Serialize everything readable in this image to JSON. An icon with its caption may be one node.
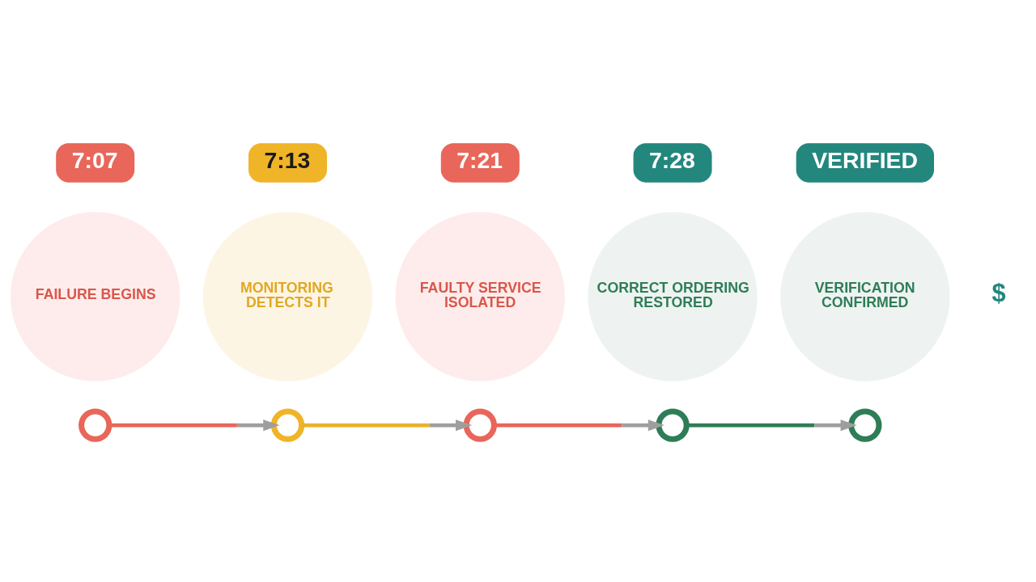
{
  "diagram": {
    "nodes": [
      {
        "text": [
          "7:07"
        ]
      },
      {
        "text": [
          "7:13"
        ]
      },
      {
        "text": [
          "7:21"
        ]
      },
      {
        "text": [
          "7:28"
        ]
      },
      {
        "text": [
          "VERIFIED"
        ]
      },
      {
        "text": [
          "FAILURE BEGINS"
        ]
      },
      {
        "text": [
          "MONITORING DETECTS IT"
        ]
      },
      {
        "text": [
          "FAULTY SERVICE ISOLATED"
        ]
      },
      {
        "text": [
          "CORRECT ORDERING RESTORED"
        ]
      },
      {
        "text": [
          "VERIFICATION CONFIRMED"
        ]
      },
      {
        "text": [],
        "shape": "circle"
      },
      {
        "text": [],
        "shape": "circle"
      },
      {
        "text": [],
        "shape": "circle"
      },
      {
        "text": [],
        "shape": "circle"
      },
      {
        "text": [],
        "shape": "circle"
      }
    ],
    "edges": [
      {
        "from": 10,
        "to": 11,
        "arrow": "to",
        "color": "#e8665a"
      },
      {
        "from": 11,
        "to": 12,
        "arrow": "to",
        "color": "#eab12a"
      },
      {
        "from": 12,
        "to": 13,
        "arrow": "to",
        "color": "#e8665a"
      },
      {
        "from": 13,
        "to": 14,
        "arrow": "to",
        "color": "#2e7d57"
      }
    ],
    "labels": [
      "$"
    ]
  }
}
